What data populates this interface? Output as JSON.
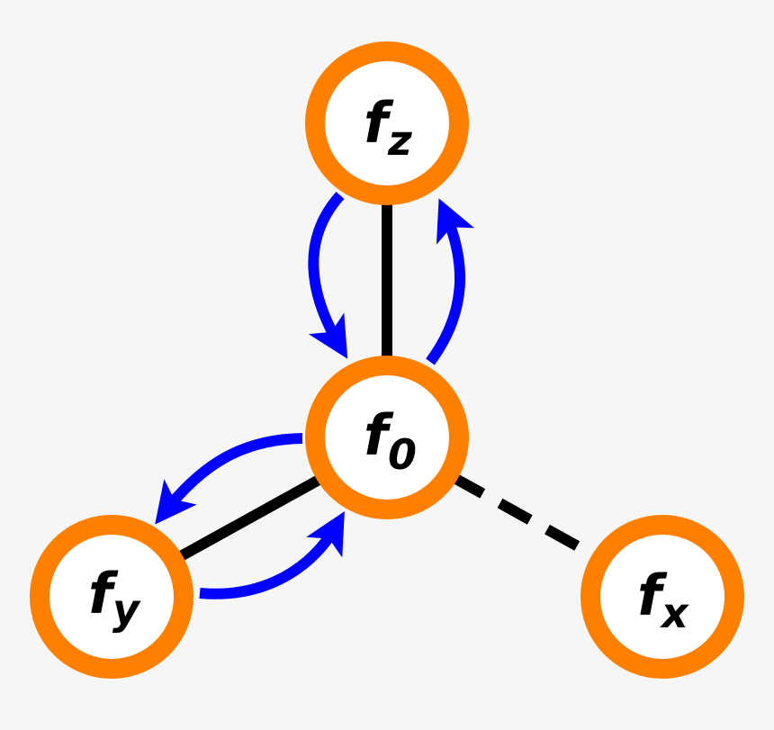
{
  "colors": {
    "background": "#f6f6f7",
    "node_ring": "#ff8000",
    "node_fill": "#ffffff",
    "edge": "#000000",
    "arrow": "#0000ff"
  },
  "nodes": {
    "f0": {
      "base": "f",
      "sub": "0"
    },
    "fz": {
      "base": "f",
      "sub": "z"
    },
    "fy": {
      "base": "f",
      "sub": "y"
    },
    "fx": {
      "base": "f",
      "sub": "x"
    }
  },
  "edges": [
    {
      "from": "f0",
      "to": "fz",
      "style": "solid"
    },
    {
      "from": "f0",
      "to": "fy",
      "style": "solid"
    },
    {
      "from": "f0",
      "to": "fx",
      "style": "dashed"
    }
  ],
  "arrows": [
    {
      "from": "fz",
      "to": "f0"
    },
    {
      "from": "f0",
      "to": "fz"
    },
    {
      "from": "f0",
      "to": "fy"
    },
    {
      "from": "fy",
      "to": "f0"
    }
  ]
}
